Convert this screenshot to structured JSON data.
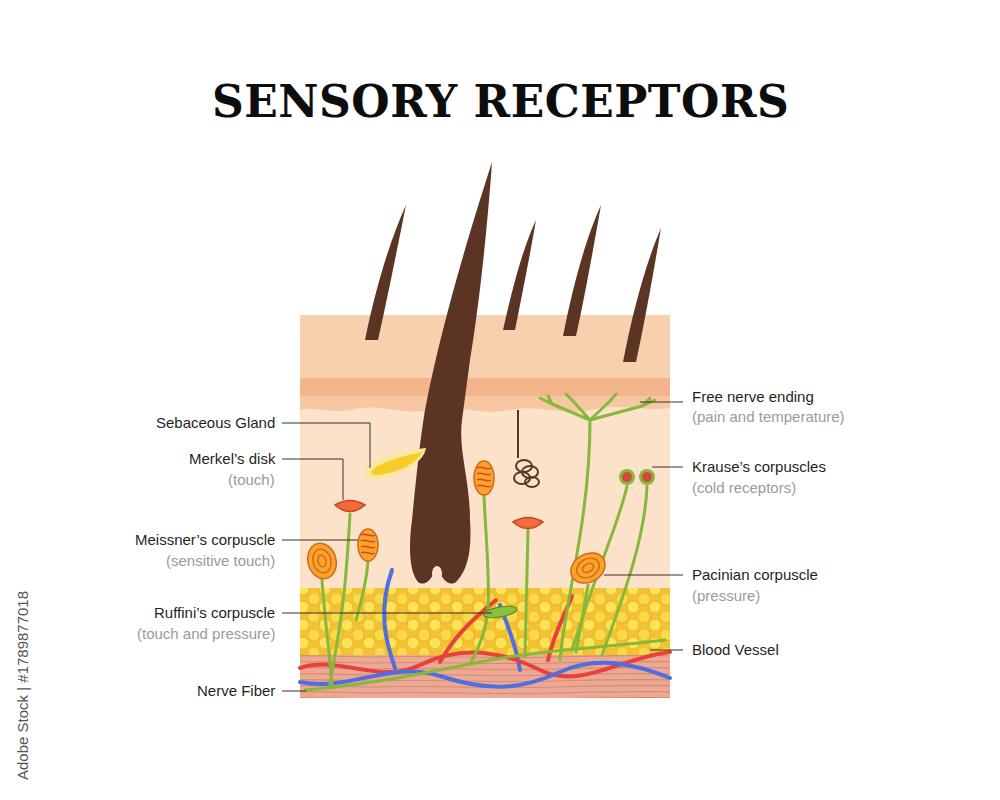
{
  "diagram": {
    "title": "SENSORY RECEPTORS",
    "labels": [
      "Sebaceous Gland",
      "Merkel’s disk",
      "(touch)",
      "Meissner’s corpuscle",
      "(sensitive touch)",
      "Ruffini’s corpuscle",
      "(touch and pressure)",
      "Nerve Fiber",
      "Free nerve ending",
      "(pain and temperature)",
      "Krause’s corpuscles",
      "(cold receptors)",
      "Pacinian corpuscle",
      "(pressure)",
      "Blood Vessel",
      "Adobe Stock | #1789877018"
    ]
  }
}
